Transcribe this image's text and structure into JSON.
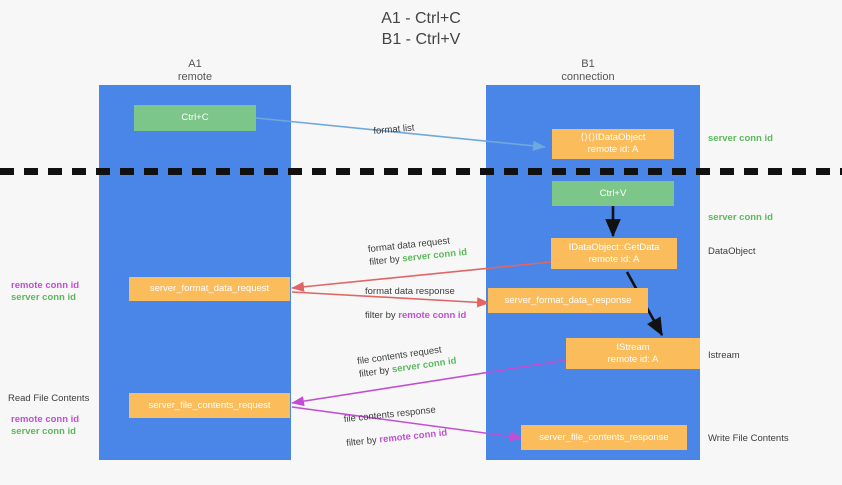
{
  "title": "A1 - Ctrl+C\nB1 - Ctrl+V",
  "columns": [
    {
      "name": "a1",
      "label": "A1\nremote"
    },
    {
      "name": "b1",
      "label": "B1\nconnection"
    }
  ],
  "colors": {
    "lane": "#4a86e8",
    "green_box": "#7dc68a",
    "orange_box": "#fbbc5c",
    "server_conn_id": "#5cb85c",
    "remote_conn_id": "#c14fd4",
    "arrow_format_list": "#6fa8dc",
    "arrow_format_data": "#e06666",
    "arrow_file_contents": "#c14fd4",
    "arrow_black": "#000000",
    "background": "#f7f7f7"
  },
  "boxes": {
    "ctrl_c": "Ctrl+C",
    "ctrl_v": "Ctrl+V",
    "idataobject_set": "⟨⟩⟨⟩IDataObject\nremote id: A",
    "idataobject_getdata": "IDataObject::GetData\nremote id: A",
    "istream": "IStream\nremote id: A",
    "server_format_data_request": "server_format_data_request",
    "server_format_data_response": "server_format_data_response",
    "server_file_contents_request": "server_file_contents_request",
    "server_file_contents_response": "server_file_contents_response"
  },
  "edge_labels": {
    "format_list": "format list",
    "format_data_request": "format data request",
    "format_data_request_filter_prefix": "filter by ",
    "format_data_request_filter_key": "server conn id",
    "format_data_response": "format data response",
    "format_data_response_filter_prefix": "filter by ",
    "format_data_response_filter_key": "remote conn id",
    "file_contents_request": "file contents request",
    "file_contents_request_filter_prefix": "filter by ",
    "file_contents_request_filter_key": "server conn id",
    "file_contents_response": "file contents response",
    "file_contents_response_filter_prefix": "filter by ",
    "file_contents_response_filter_key": "remote conn id"
  },
  "right_labels": {
    "server_conn_id_top": "server conn id",
    "server_conn_id_mid": "server conn id",
    "data_object": "DataObject",
    "istream": "Istream",
    "write_file_contents": "Write File Contents"
  },
  "left_labels": {
    "remote_conn_id_1": "remote conn id",
    "server_conn_id_1": "server conn id",
    "read_file_contents": "Read File Contents",
    "remote_conn_id_2": "remote conn id",
    "server_conn_id_2": "server conn id"
  }
}
